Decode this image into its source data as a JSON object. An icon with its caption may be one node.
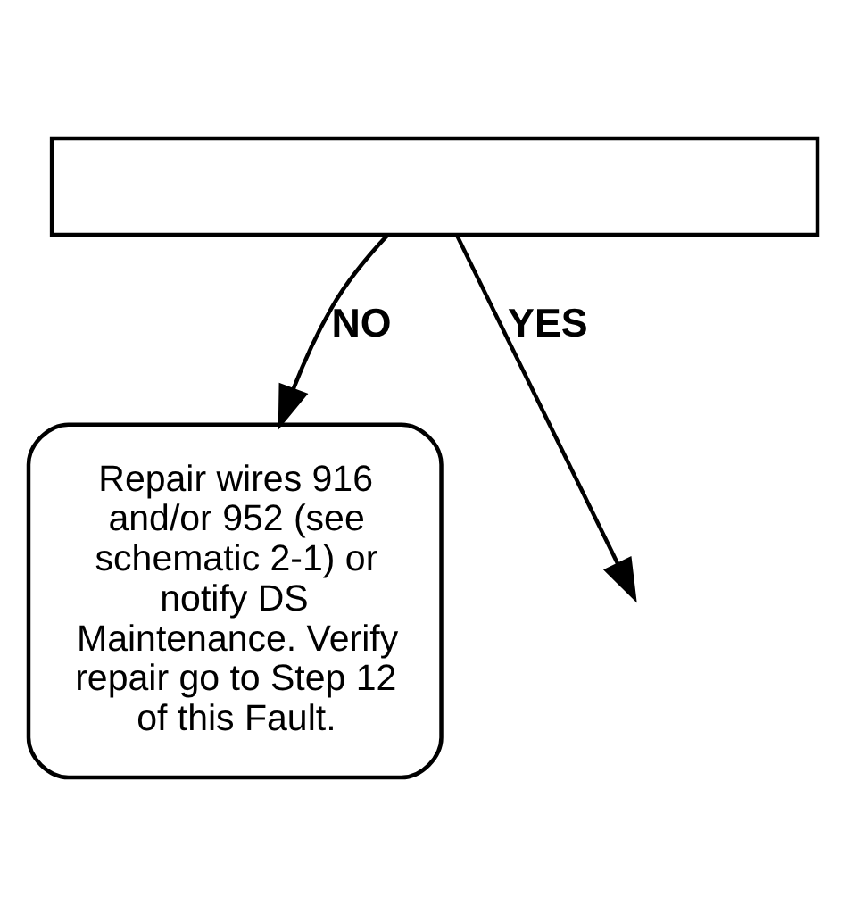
{
  "diagram": {
    "nodes": [
      {
        "text": [],
        "shape": "box"
      },
      {
        "text": [
          "Repair wires 916 and/or 952 (see schematic 2-1) or notify DS Maintenance. Verify repair go to Step 12 of this Fault."
        ]
      }
    ],
    "edges": [
      {
        "from": 0,
        "to": 1,
        "arrow": "to",
        "label": "NO"
      },
      {
        "from": 0,
        "to": null,
        "arrow": "to",
        "label": "YES"
      }
    ]
  }
}
